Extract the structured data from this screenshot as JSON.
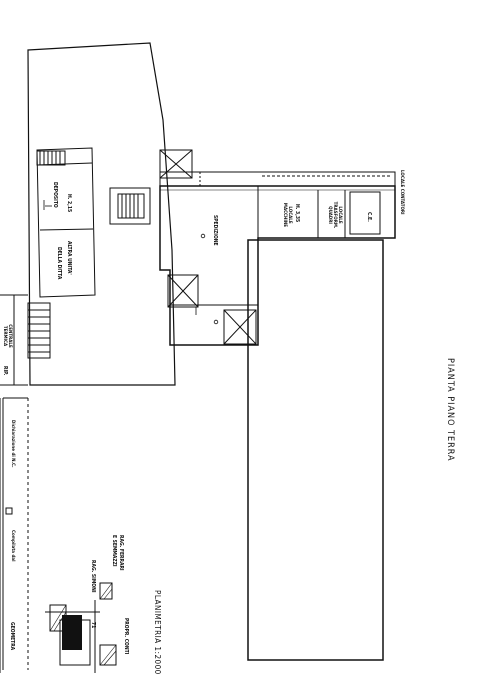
{
  "plan": {
    "title": "PIANTA PIANO TERRA",
    "planimetria": "PLANIMETRIA 1:2000",
    "rooms": {
      "deposito": "DEPOSITO",
      "h_deposito": "H. 2,15",
      "altra_unita": "ALTRA UNITA'",
      "della_ditta": "DELLA DITTA",
      "spedizione": "SPEDIZIONE",
      "locale_macchine": "LOCALE MACCHINE",
      "h_locale": "H. 3,35",
      "locale_trasform": "LOCALE TRASFORM. QUADRI",
      "ce": "C.E.",
      "locale_contatori": "LOCALE CONTATORI",
      "centrale_termica": "CENTRALE TERMICA",
      "rip": "RIP."
    },
    "neighbors": {
      "rag_ferrari": "RAG. FERRARI",
      "e_semmazzi": "E SEMMAZZI",
      "rag_simoni": "RAG. SIMONI",
      "propr_conti": "PROPR. CONTI",
      "number": "71"
    },
    "titleblock": {
      "dichiarazione": "Dichiarazione di N.C.",
      "compilata": "Compilata dal",
      "geometra": "GEOMETRA"
    }
  }
}
